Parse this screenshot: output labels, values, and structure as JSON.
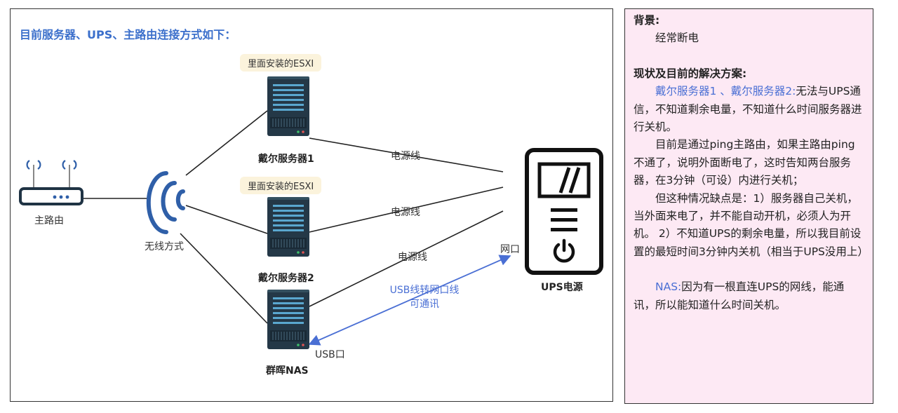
{
  "diagram": {
    "title": "目前服务器、UPS、主路由连接方式如下：",
    "router_label": "主路由",
    "wireless_label": "无线方式",
    "servers": [
      {
        "name": "戴尔服务器1",
        "tag": "里面安装的ESXI"
      },
      {
        "name": "戴尔服务器2",
        "tag": "里面安装的ESXI"
      },
      {
        "name": "群晖NAS"
      }
    ],
    "power_cable_label": "电源线",
    "ups_label": "UPS电源",
    "network_port_label": "网口",
    "usb_port_label": "USB口",
    "usb_link_label_line1": "USB线转网口线",
    "usb_link_label_line2": "可通讯"
  },
  "notes": {
    "background_heading": "背景:",
    "background_text": "经常断电",
    "status_heading": "现状及目前的解决方案:",
    "dell_highlight": "戴尔服务器1 、戴尔服务器2:",
    "dell_text": "无法与UPS通信，不知道剩余电量，不知道什么时间服务器进行关机。",
    "ping_text": "目前是通过ping主路由，如果主路由ping不通了，说明外面断电了，这时告知两台服务器，在3分钟（可设）内进行关机；",
    "drawback_text": "但这种情况缺点是：1）服务器自己关机，当外面来电了，并不能自动开机，必须人为开机。 2）不知道UPS的剩余电量，所以我目前设置的最短时间3分钟内关机（相当于UPS没用上）",
    "nas_highlight": "NAS:",
    "nas_text": "因为有一根直连UPS的网线，能通讯，所以能知道什么时间关机。"
  },
  "colors": {
    "title_blue": "#3b6fcb",
    "arrow_blue": "#4a6fd4",
    "server_dark": "#243847",
    "server_stripe": "#5aa7cf",
    "wifi_blue": "#2f5fa8",
    "tag_bg": "#fbf3dc",
    "notes_bg": "#fde9f4"
  }
}
